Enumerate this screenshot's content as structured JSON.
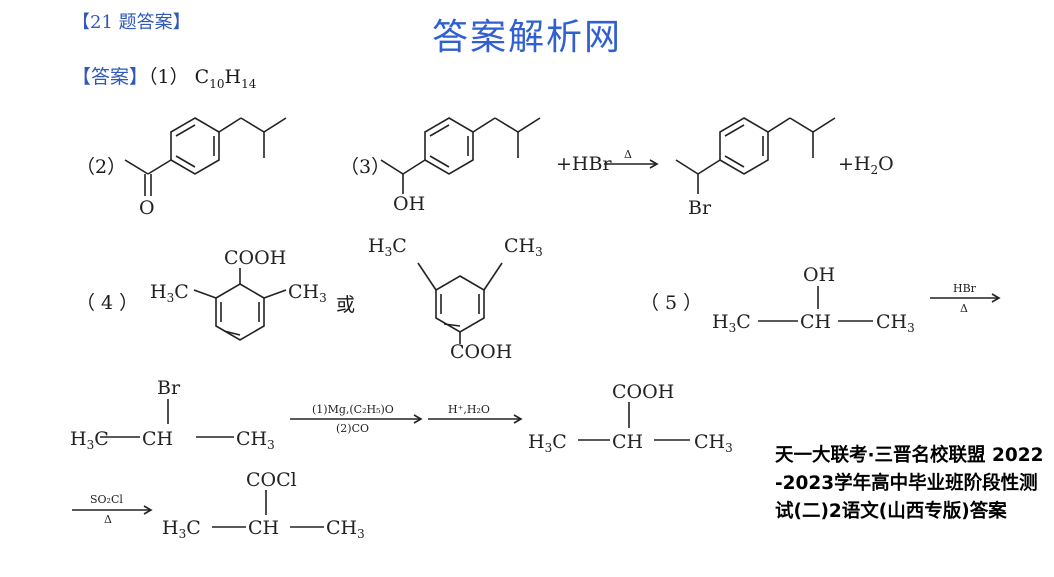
{
  "header": {
    "label": "【21 题答案】",
    "watermark": "答案解析网"
  },
  "answer": {
    "bracket": "【答案】",
    "part1": "（1）",
    "formula": {
      "main": "C",
      "sub1": "10",
      "h": "H",
      "sub2": "14"
    }
  },
  "labels": {
    "p2": "（2）",
    "p3": "（3）",
    "p4": "（ 4 ）",
    "p5": "（ 5 ）",
    "or": "或"
  },
  "chem": {
    "O": "O",
    "OH": "OH",
    "Br": "Br",
    "HBr_plus": "+HBr",
    "H2O_plus": "+H",
    "H2O_sub": "2",
    "H2O_O": "O",
    "COOH": "COOH",
    "COCl": "COCl",
    "CH": "CH",
    "CH3": "CH",
    "H3C": "H",
    "sub3": "3",
    "C_tail": "C"
  },
  "conditions": {
    "delta": "Δ",
    "hbr": "HBr",
    "mg": "(1)Mg,(C₂H₅)O",
    "co": "(2)CO",
    "hplus": "H⁺,H₂O",
    "socl2": "SO₂Cl"
  },
  "caption": "天一大联考·三晋名校联盟 2022-2023学年高中毕业班阶段性测试(二)2语文(山西专版)答案"
}
